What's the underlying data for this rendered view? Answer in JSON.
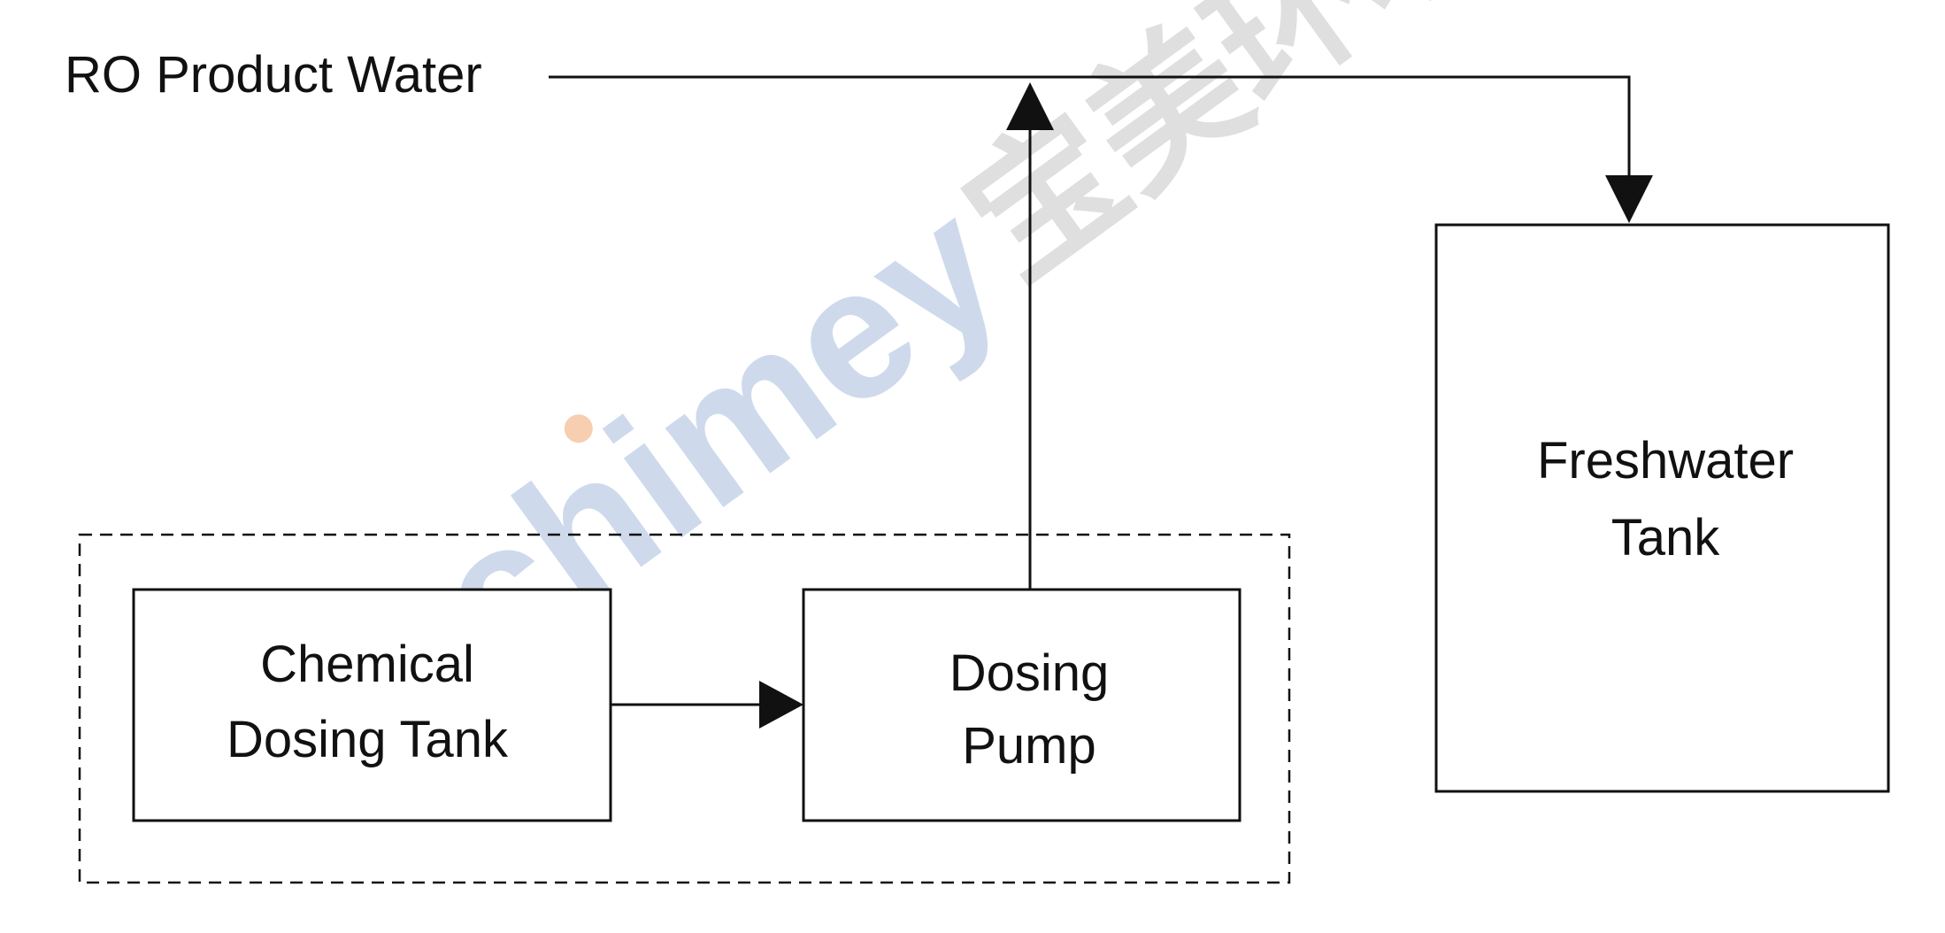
{
  "diagram": {
    "source_label": "RO Product Water",
    "freshwater_tank": [
      "Freshwater",
      "Tank"
    ],
    "chemical_tank": [
      "Chemical",
      "Dosing Tank"
    ],
    "dosing_pump": [
      "Dosing",
      "Pump"
    ],
    "watermark": "chimey® 宝美环境",
    "colors": {
      "line": "#111111",
      "watermark_blue": "#c9d6ea",
      "watermark_gray": "#dcdcdc",
      "watermark_dot": "#f7c9a8"
    }
  }
}
